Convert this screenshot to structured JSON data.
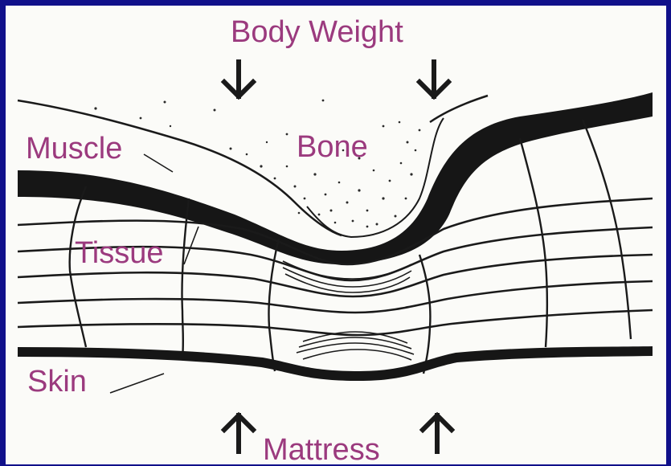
{
  "labels": {
    "body_weight": "Body Weight",
    "muscle": "Muscle",
    "bone": "Bone",
    "tissue": "Tissue",
    "skin": "Skin",
    "mattress": "Mattress"
  },
  "colors": {
    "background": "#10108a",
    "paper": "#fbfbf8",
    "ink": "#151515",
    "label": "#9b3a7e"
  },
  "icons": {
    "body_weight_arrows": "arrow-down-icon",
    "mattress_arrows": "arrow-up-icon"
  }
}
